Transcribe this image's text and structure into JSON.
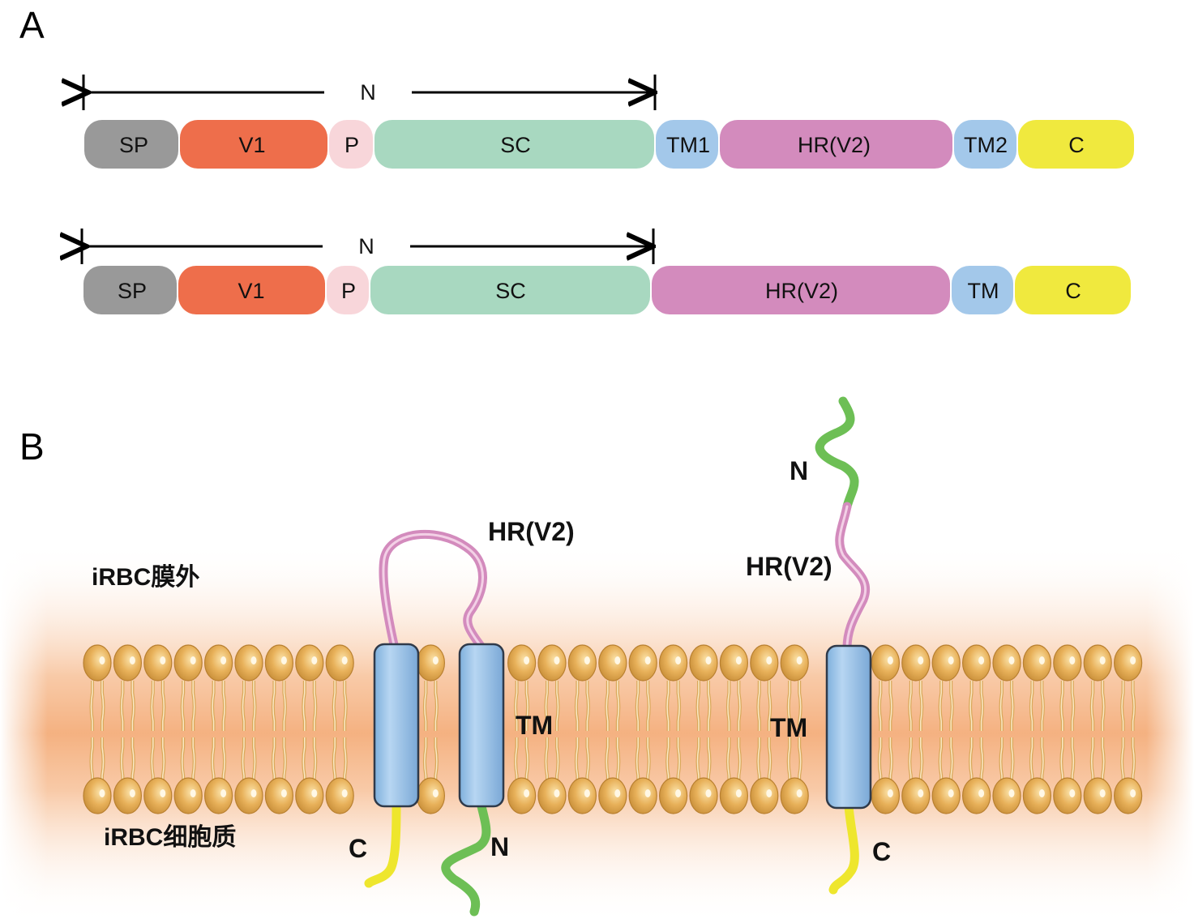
{
  "panels": {
    "a": "A",
    "b": "B"
  },
  "domain_maps": [
    {
      "n_label": "N",
      "segments": [
        {
          "label": "SP",
          "color": "#999999"
        },
        {
          "label": "V1",
          "color": "#ee6e4b"
        },
        {
          "label": "P",
          "color": "#f8d6da"
        },
        {
          "label": "SC",
          "color": "#a8d8c0"
        },
        {
          "label": "TM1",
          "color": "#a3c8ea"
        },
        {
          "label": "HR(V2)",
          "color": "#d38bbd"
        },
        {
          "label": "TM2",
          "color": "#a3c8ea"
        },
        {
          "label": "C",
          "color": "#f0e93e"
        }
      ]
    },
    {
      "n_label": "N",
      "segments": [
        {
          "label": "SP",
          "color": "#999999"
        },
        {
          "label": "V1",
          "color": "#ee6e4b"
        },
        {
          "label": "P",
          "color": "#f8d6da"
        },
        {
          "label": "SC",
          "color": "#a8d8c0"
        },
        {
          "label": "HR(V2)",
          "color": "#d38bbd"
        },
        {
          "label": "TM",
          "color": "#a3c8ea"
        },
        {
          "label": "C",
          "color": "#f0e93e"
        }
      ]
    }
  ],
  "membrane": {
    "outside_label": "iRBC膜外",
    "inside_label": "iRBC细胞质",
    "left_protein": {
      "hr": "HR(V2)",
      "tm": "TM",
      "c": "C",
      "n": "N"
    },
    "right_protein": {
      "n": "N",
      "hr": "HR(V2)",
      "tm": "TM",
      "c": "C"
    },
    "colors": {
      "membrane_band": "#f6b88a",
      "lipid_head": "#e8b15a",
      "helix": "#9ec6ea",
      "loop": "#d38bbd",
      "n_tail": "#6dbf55",
      "c_tail": "#eee62d"
    }
  }
}
